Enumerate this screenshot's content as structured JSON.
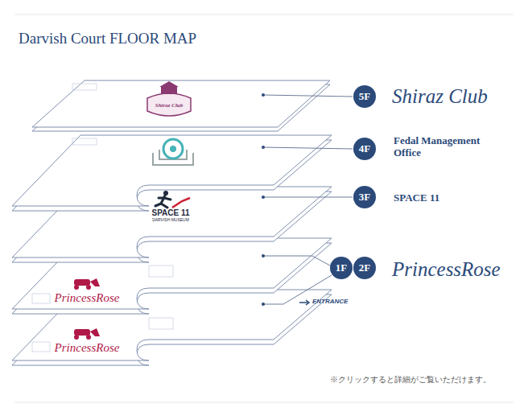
{
  "diagram": {
    "title": "Darvish Court  FLOOR MAP",
    "nodes": [
      {
        "text": [
          "5F"
        ]
      },
      {
        "text": [
          "4F"
        ]
      },
      {
        "text": [
          "3F"
        ]
      },
      {
        "text": [
          "1F"
        ]
      },
      {
        "text": [
          "2F"
        ]
      }
    ],
    "labels": [
      "Shiraz Club",
      "Shiraz Club",
      "Fedal Management Office",
      "SPACE 11",
      "DARVISH MUSEUM",
      "SPACE 11",
      "PrincessRose",
      "PrincessRose",
      "ENTRANCE",
      "PrincessRose",
      "※クリックすると詳細がご覧いただけます。"
    ]
  }
}
